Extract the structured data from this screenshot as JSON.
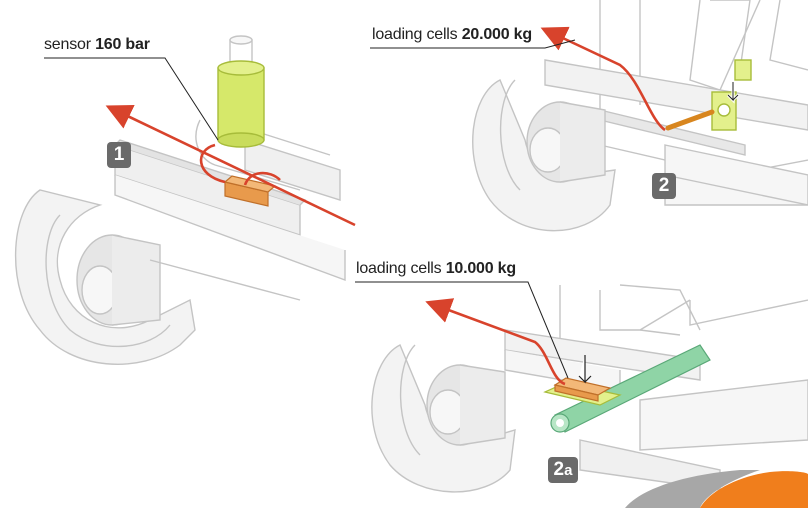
{
  "callouts": {
    "sensor": {
      "prefix": "sensor ",
      "value": "160 bar"
    },
    "cells_20t": {
      "prefix": "loading cells ",
      "value": "20.000 kg"
    },
    "cells_10t": {
      "prefix": "loading cells ",
      "value": "10.000 kg"
    }
  },
  "badges": {
    "one": "1",
    "two": "2",
    "two_a_main": "2",
    "two_a_sub": "a"
  },
  "colors": {
    "line": "#b8b8b8",
    "wire": "#d8432c",
    "sensor_body": "#d6e86a",
    "cell": "#e89a4c",
    "green_bar": "#8fd4a6",
    "badge": "#6a6a6a",
    "logo_orange": "#f07e1c",
    "logo_gray": "#a7a7a7"
  }
}
